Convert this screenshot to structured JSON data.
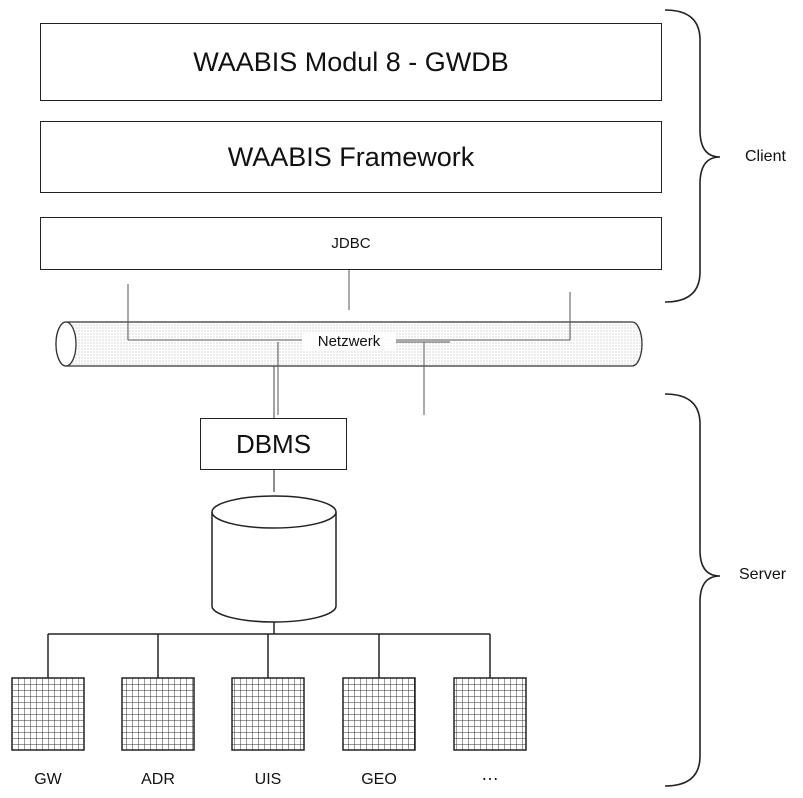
{
  "layers": {
    "module": "WAABIS Modul 8 - GWDB",
    "framework": "WAABIS Framework",
    "jdbc": "JDBC"
  },
  "network": "Netzwerk",
  "dbms": "DBMS",
  "groups": {
    "client": "Client",
    "server": "Server"
  },
  "tables": [
    "GW",
    "ADR",
    "UIS",
    "GEO",
    "…"
  ]
}
